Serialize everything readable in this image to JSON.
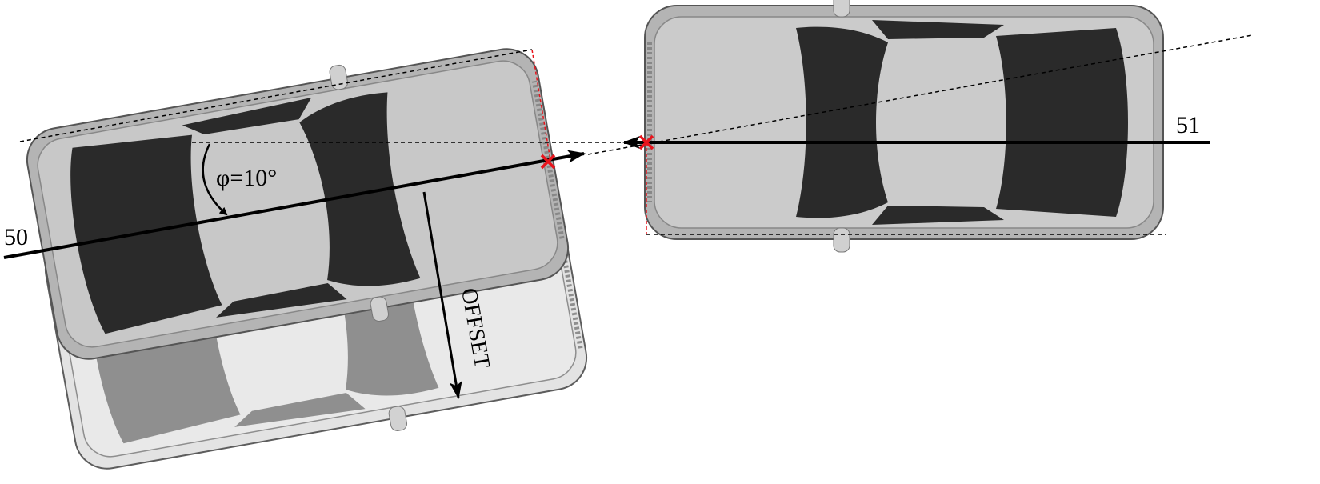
{
  "labels": {
    "vehicle_left": "50",
    "vehicle_right": "51",
    "angle": "φ=10°",
    "offset": "OFFSET"
  },
  "colors": {
    "impact_marker": "#e8141c",
    "reference_line_red": "#e8141c",
    "car_body": "#b4b4b4",
    "car_glass": "#2a2a2a",
    "ghost_body": "#e2e2e2",
    "ghost_glass": "#8a8a8a"
  },
  "angle_degrees": 10
}
